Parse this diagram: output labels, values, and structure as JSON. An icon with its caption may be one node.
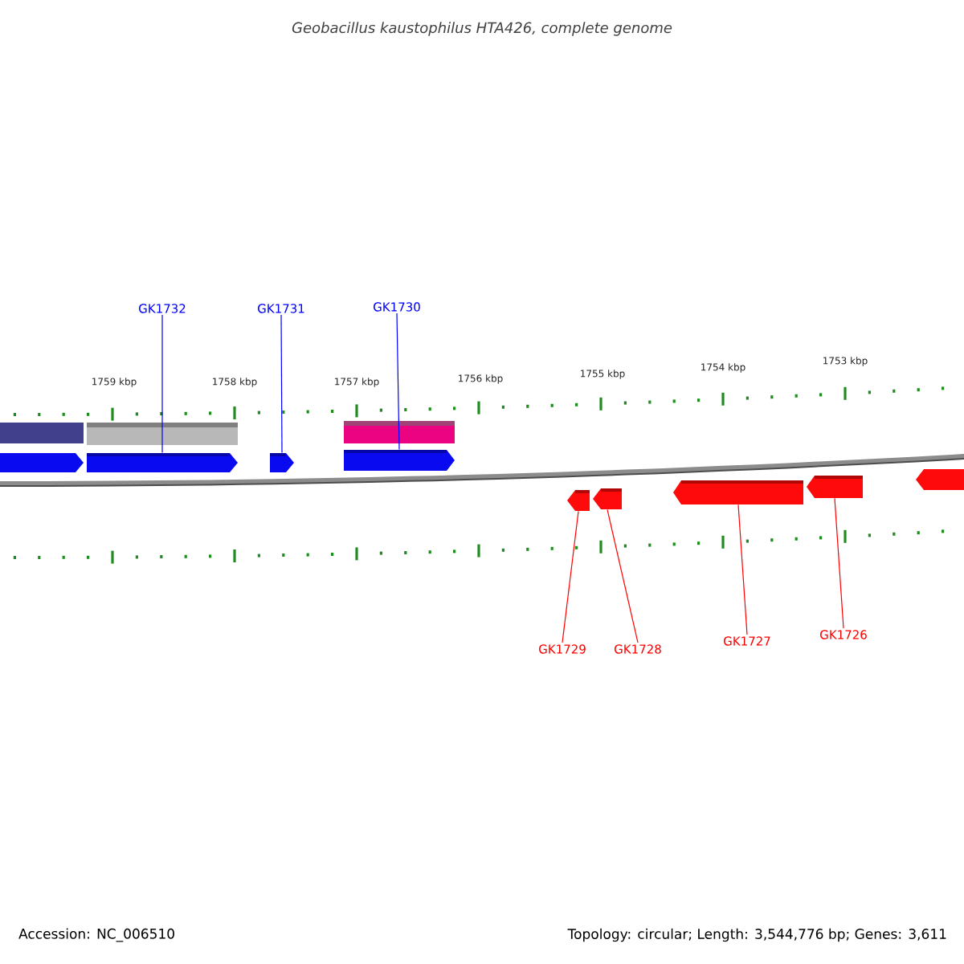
{
  "diagram": {
    "title": "Geobacillus kaustophilus HTA426, complete genome",
    "nodes": [
      {
        "text": [
          "GK1732"
        ]
      },
      {
        "text": [
          "GK1731"
        ]
      },
      {
        "text": [
          "GK1730"
        ]
      },
      {
        "text": [
          "GK1729"
        ]
      },
      {
        "text": [
          "GK1728"
        ]
      },
      {
        "text": [
          "GK1727"
        ]
      },
      {
        "text": [
          "GK1726"
        ]
      },
      {
        "text": [],
        "shape": "arrow"
      },
      {
        "text": [],
        "shape": "arrow"
      },
      {
        "text": [],
        "shape": "arrow"
      },
      {
        "text": [],
        "shape": "arrow"
      },
      {
        "text": [],
        "shape": "arrow"
      },
      {
        "text": [],
        "shape": "arrow"
      },
      {
        "text": [],
        "shape": "arrow"
      }
    ],
    "edges": [
      {
        "from": 0,
        "to": 7,
        "arrow": "none",
        "color": "#0000ff"
      },
      {
        "from": 1,
        "to": 8,
        "arrow": "none",
        "color": "#0000ff"
      },
      {
        "from": 2,
        "to": 9,
        "arrow": "none",
        "color": "#0000ff"
      },
      {
        "from": 3,
        "to": 10,
        "arrow": "none"
      },
      {
        "from": 4,
        "to": 11,
        "arrow": "none"
      },
      {
        "from": 5,
        "to": 12,
        "arrow": "none"
      },
      {
        "from": 6,
        "to": 13,
        "arrow": "none"
      }
    ],
    "labels": [
      "1759 kbp",
      "1758 kbp",
      "1757 kbp",
      "1756 kbp",
      "1755 kbp",
      "1754 kbp",
      "1753 kbp",
      "Accession: NC_006510",
      "Topology: circular; Length: 3,544,776 bp; Genes: 3,611"
    ]
  }
}
